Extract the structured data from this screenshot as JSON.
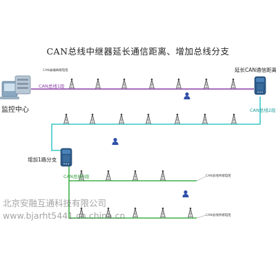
{
  "title": "CAN总线中继器延长通信距离、增加总线分支",
  "labels": {
    "monitor_center": "监控中心",
    "extend_distance": "延长CAN通信距离",
    "add_branch": "增加1路分支",
    "bus1": "CAN总线1段",
    "bus2": "CAN总线2段",
    "bus3": "CAN总线3段"
  },
  "terminal_tags": {
    "bus1_top": "CAN总线终端电阻",
    "branch_a": "CAN总线终端电阻",
    "branch_b": "CAN总线终端电阻"
  },
  "watermark": {
    "line1": "北京安融互通科技有限公司",
    "line2": "www.bjarht5441.cn.china.cn"
  },
  "colors": {
    "bus_purple": "#8a3ca6",
    "bus_cyan": "#3cc6c6",
    "bus_green": "#3fb04a",
    "label_teal": "#1a9a9a",
    "label_green": "#2e9a3a"
  }
}
